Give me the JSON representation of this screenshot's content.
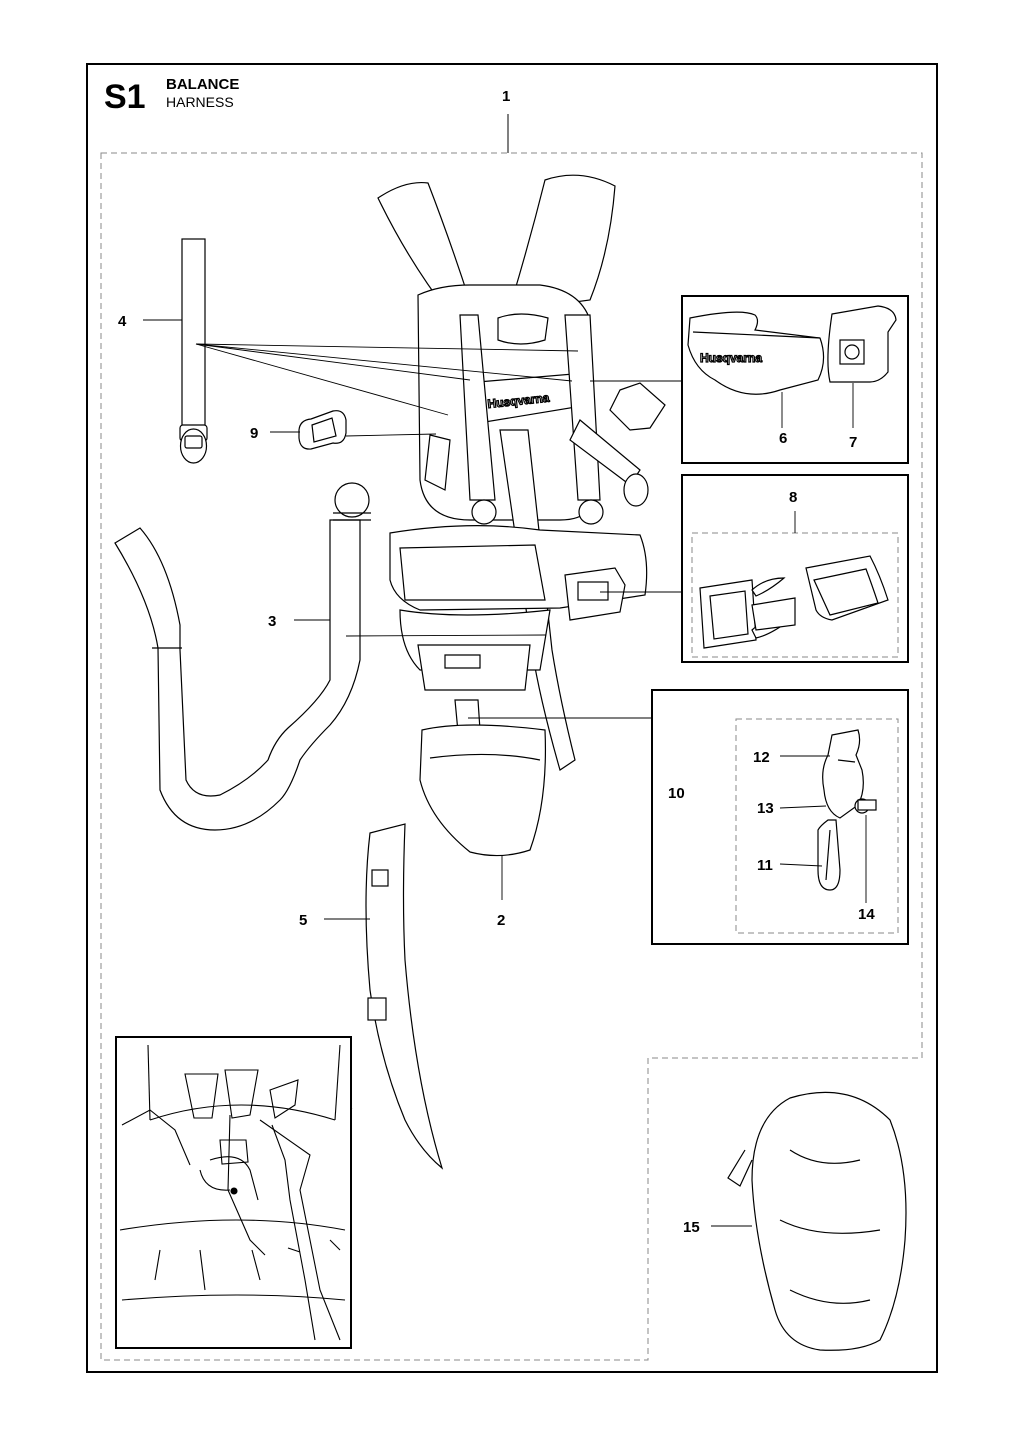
{
  "header": {
    "section_code": "S1",
    "title_line1": "BALANCE",
    "title_line2": "HARNESS"
  },
  "brand": {
    "logo_text": "Husqvarna"
  },
  "callouts": [
    {
      "id": "c1",
      "label": "1"
    },
    {
      "id": "c2",
      "label": "2"
    },
    {
      "id": "c3",
      "label": "3"
    },
    {
      "id": "c4",
      "label": "4"
    },
    {
      "id": "c5",
      "label": "5"
    },
    {
      "id": "c6",
      "label": "6"
    },
    {
      "id": "c7",
      "label": "7"
    },
    {
      "id": "c8",
      "label": "8"
    },
    {
      "id": "c9",
      "label": "9"
    },
    {
      "id": "c10",
      "label": "10"
    },
    {
      "id": "c11",
      "label": "11"
    },
    {
      "id": "c12",
      "label": "12"
    },
    {
      "id": "c13",
      "label": "13"
    },
    {
      "id": "c14",
      "label": "14"
    },
    {
      "id": "c15",
      "label": "15"
    }
  ],
  "colors": {
    "line": "#000000",
    "dash": "#8a8a8a",
    "background": "#ffffff"
  }
}
